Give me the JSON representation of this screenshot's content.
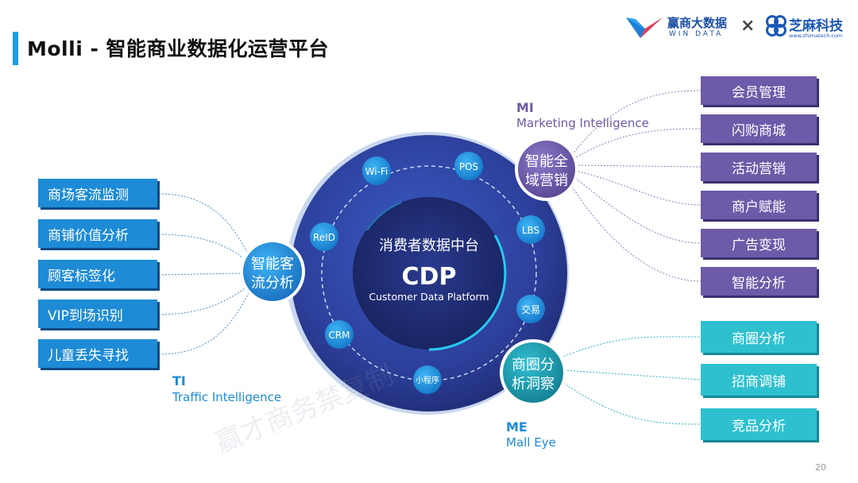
{
  "page": {
    "title": "Molli - 智能商业数据化运营平台",
    "page_number": "20"
  },
  "logos": {
    "windata_cn": "赢商大数据",
    "windata_en": "WIN DATA",
    "times": "×",
    "zhima_cn": "芝麻科技",
    "zhima_en": "www.zhimatech.com"
  },
  "watermark": "赢才商务禁复制",
  "core": {
    "cn": "消费者数据中台",
    "abbr": "CDP",
    "en": "Customer Data Platform"
  },
  "ring_nodes": [
    "Wi-Fi",
    "POS",
    "LBS",
    "交易",
    "小程序",
    "CRM",
    "ReID"
  ],
  "sections": {
    "ti": {
      "hub": [
        "智能客",
        "流分析"
      ],
      "code": "TI",
      "name": "Traffic Intelligence",
      "items": [
        "商场客流监测",
        "商铺价值分析",
        "顾客标签化",
        "VIP到场识别",
        "儿童丢失寻找"
      ]
    },
    "mi": {
      "hub": [
        "智能全",
        "域营销"
      ],
      "code": "MI",
      "name": "Marketing Intelligence",
      "items": [
        "会员管理",
        "闪购商城",
        "活动营销",
        "商户赋能",
        "广告变现",
        "智能分析"
      ]
    },
    "me": {
      "hub": [
        "商圈分",
        "析洞察"
      ],
      "code": "ME",
      "name": "Mall Eye",
      "items": [
        "商圈分析",
        "招商调铺",
        "竞品分析"
      ]
    }
  },
  "colors": {
    "accent_blue": "#1e8bd6",
    "purple": "#6d5aa8",
    "teal": "#2fc0cf",
    "title_bar": "#1e9de0",
    "core_dark": "#1f2f7a"
  }
}
